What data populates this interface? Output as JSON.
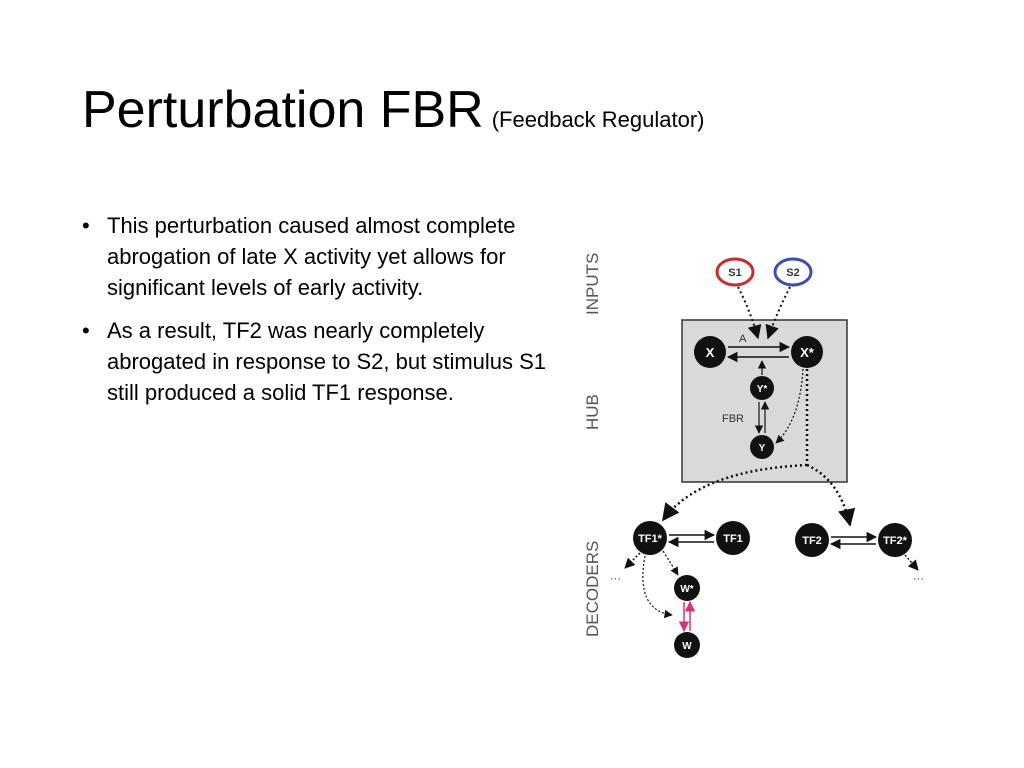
{
  "slide": {
    "title": "Perturbation FBR",
    "subtitle": "(Feedback Regulator)",
    "bullets": [
      "This perturbation caused almost complete abrogation of late X activity yet allows for significant levels of early activity.",
      "As a result, TF2 was nearly completely abrogated in response to S2, but stimulus S1 still produced a solid TF1 response."
    ],
    "bullet_symbol": "•"
  },
  "diagram": {
    "sections": {
      "inputs": "INPUTS",
      "hub": "HUB",
      "decoders": "DECODERS"
    },
    "nodes": {
      "s1": "S1",
      "s2": "S2",
      "x": "X",
      "x_star": "X*",
      "y_star": "Y*",
      "y": "Y",
      "tf1_star": "TF1*",
      "tf1": "TF1",
      "tf2": "TF2",
      "tf2_star": "TF2*",
      "w_star": "W*",
      "w": "W"
    },
    "labels": {
      "a": "A",
      "fbr": "FBR",
      "ellipsis": "···"
    },
    "colors": {
      "s1_ring": "#cc2b2b",
      "s2_ring": "#3b4db0",
      "node": "#111111",
      "hub_box": "#d9d9d9",
      "perturbed_arrow": "#d6337a"
    }
  }
}
